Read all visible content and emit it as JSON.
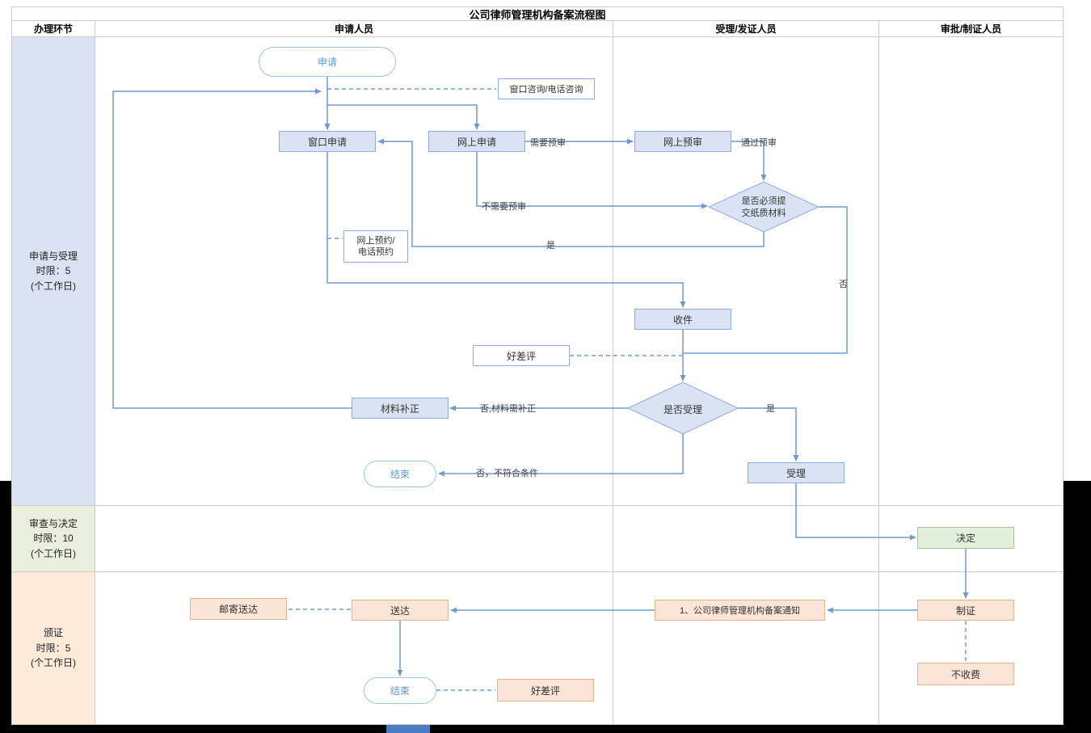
{
  "title": "公司律师管理机构备案流程图",
  "columns": [
    "办理环节",
    "申请人员",
    "受理/发证人员",
    "审批/制证人员"
  ],
  "rows": [
    {
      "text": "申请与受理\n时限：5\n(个工作日)"
    },
    {
      "text": "审查与决定\n时限：10\n(个工作日)"
    },
    {
      "text": "颁证\n时限：5\n(个工作日)"
    }
  ],
  "nodes": {
    "start": "申请",
    "consult": "窗口咨询/电话咨询",
    "window_apply": "窗口申请",
    "online_apply": "网上申请",
    "online_review": "网上预审",
    "paper_required": "是否必须提\n交纸质材料",
    "reserve": "网上预约/\n电话预约",
    "receive": "收件",
    "rating1": "好差评",
    "accept_q": "是否受理",
    "material_fix": "材料补正",
    "accept": "受理",
    "end1": "结束",
    "decide": "决定",
    "make_cert": "制证",
    "notice": "1、公司律师管理机构备案通知",
    "deliver": "送达",
    "mail_deliver": "邮寄送达",
    "end2": "结束",
    "rating2": "好差评",
    "no_fee": "不收费"
  },
  "edges": {
    "need_review": "需要预审",
    "pass_review": "通过预审",
    "no_need_review": "不需要预审",
    "yes_paper": "是",
    "no_paper": "否",
    "no_fix": "否,材料需补正",
    "yes_accept": "是",
    "no_reject": "否，不符合条件"
  },
  "colors": {
    "line": "#6f9ad0",
    "box_blue_fill": "#dae3f3",
    "box_blue_border": "#8faadc",
    "box_green_fill": "#e2efda",
    "box_orange_fill": "#fce4d6",
    "row1_bg": "#dbe3f3",
    "row2_bg": "#e7f0dc",
    "row3_bg": "#fdead9"
  }
}
